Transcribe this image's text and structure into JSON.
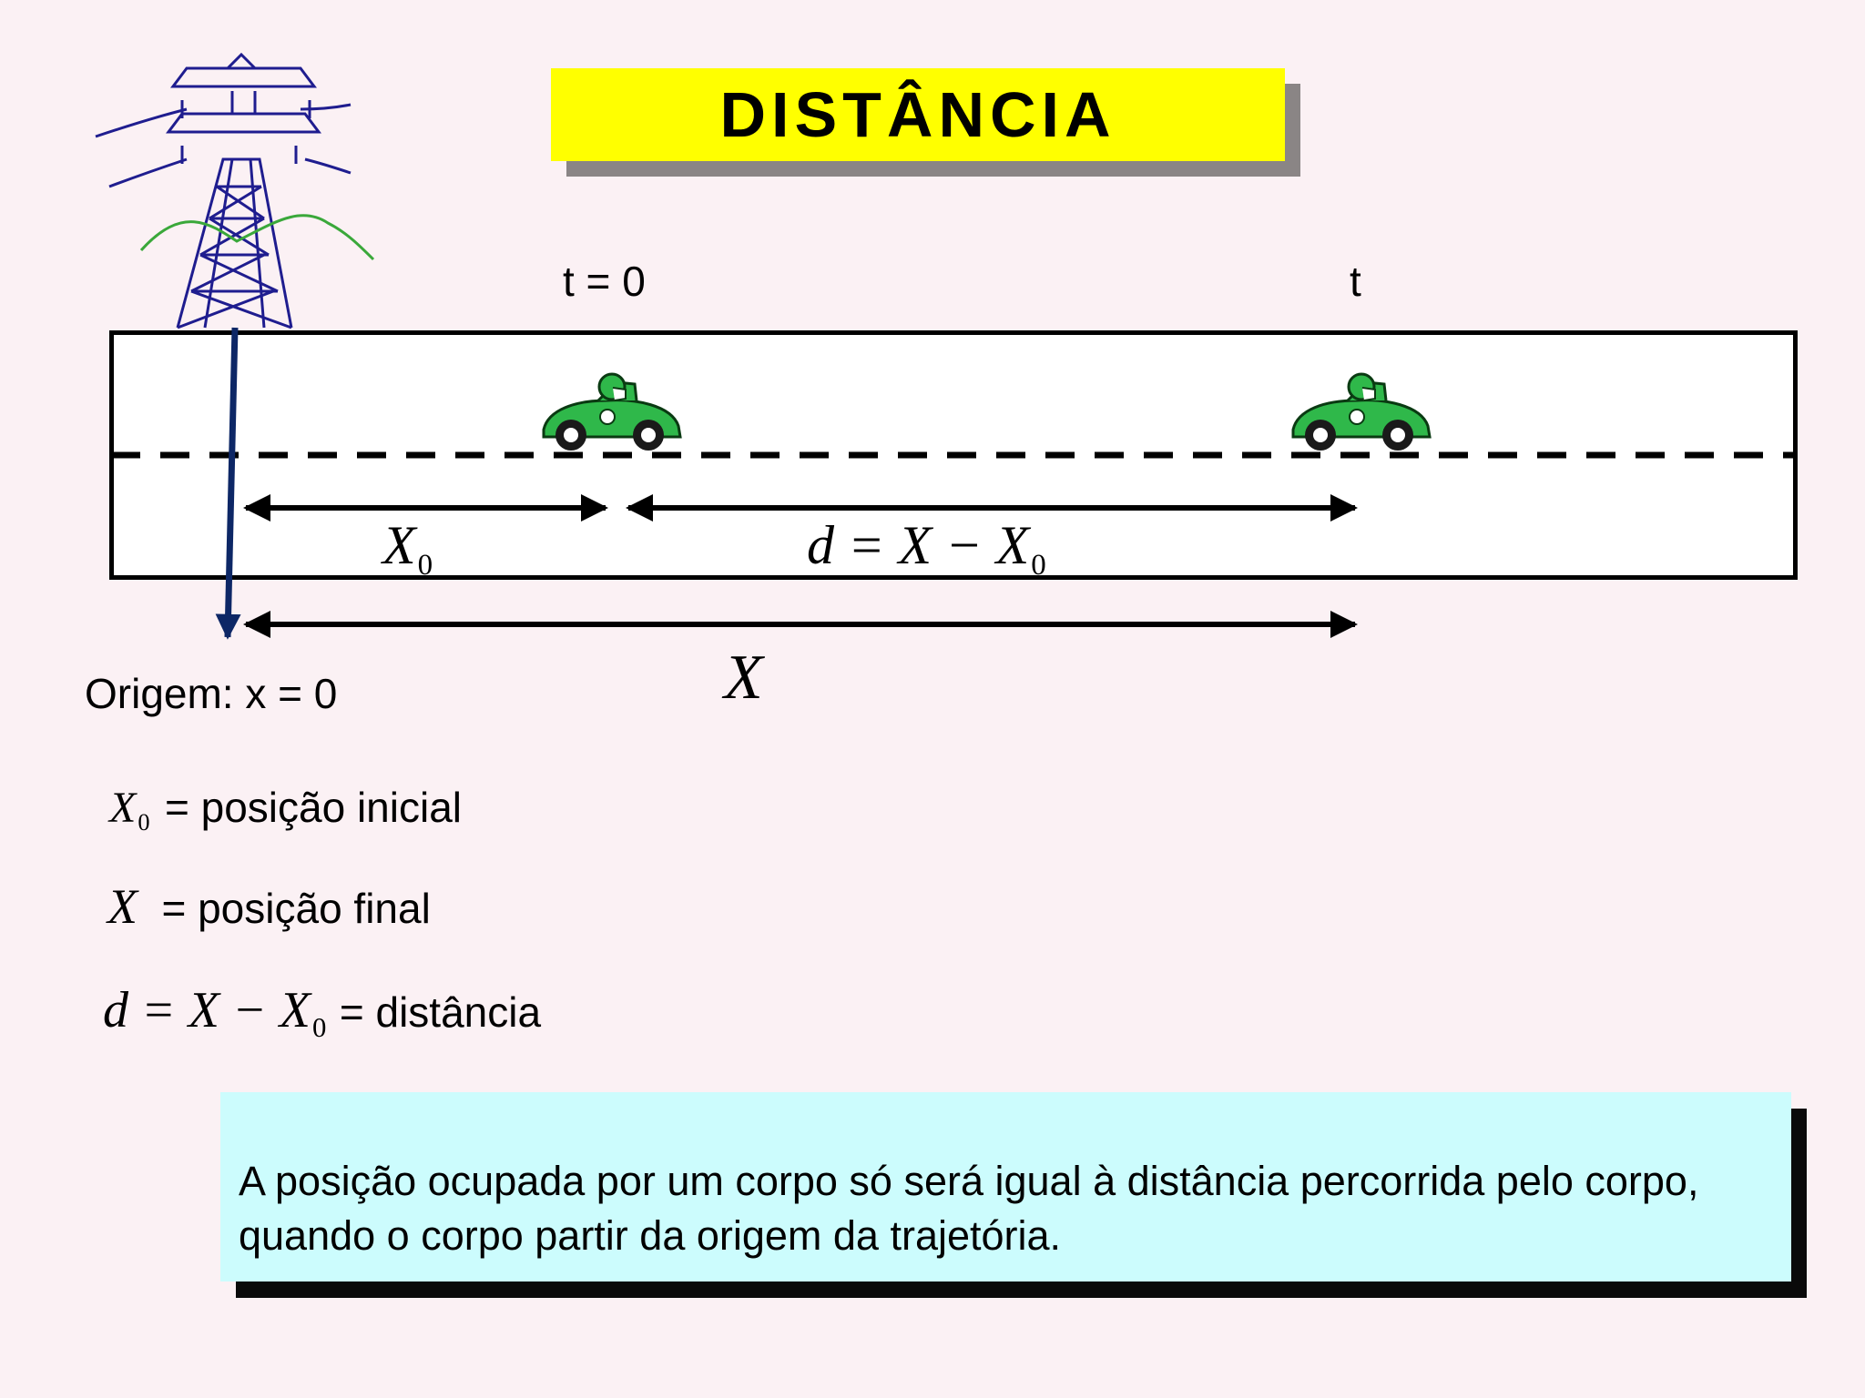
{
  "title": "DISTÂNCIA",
  "labels": {
    "t0": "t = 0",
    "t": "t",
    "origin": "Origem: x = 0"
  },
  "diagram": {
    "x0_symbol": "X",
    "x0_sub": "0",
    "d_expr": "d = X − X",
    "d_sub": "0",
    "x_symbol": "X"
  },
  "legend": [
    {
      "symbol": "X",
      "sub": "0",
      "text": "= posição inicial"
    },
    {
      "symbol": "X",
      "sub": "",
      "text": "= posição final"
    },
    {
      "symbol": "d = X − X",
      "sub": "0",
      "text": "= distância"
    }
  ],
  "note": "A  posição ocupada por um corpo só será igual à distância percorrida pelo corpo, quando o corpo partir da origem da trajetória.",
  "colors": {
    "background": "#fbf1f4",
    "title_fill": "#ffff00",
    "note_fill": "#ccfcfd",
    "car": "#2fb84a",
    "tower": "#1f1d8f",
    "origin_arrow": "#0d2766"
  },
  "icons": [
    "power-tower-icon",
    "race-car-icon"
  ]
}
